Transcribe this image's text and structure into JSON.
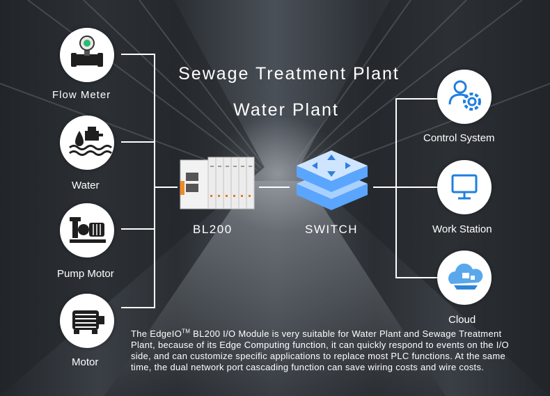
{
  "titles": {
    "line1": "Sewage Treatment Plant",
    "line2": "Water Plant"
  },
  "devices": [
    {
      "label": "Flow Meter",
      "icon": "flow-meter-icon"
    },
    {
      "label": "Water",
      "icon": "water-treatment-icon"
    },
    {
      "label": "Pump Motor",
      "icon": "pump-motor-icon"
    },
    {
      "label": "Motor",
      "icon": "motor-icon"
    }
  ],
  "center": {
    "module_label": "BL200",
    "switch_label": "SWITCH"
  },
  "systems": [
    {
      "label": "Control System",
      "icon": "control-system-icon"
    },
    {
      "label": "Work Station",
      "icon": "monitor-icon"
    },
    {
      "label": "Cloud",
      "icon": "cloud-icon"
    }
  ],
  "description": {
    "brand": "EdgeIO",
    "trademark": "TM",
    "text": " BL200 I/O Module is very suitable for Water Plant and Sewage Treatment Plant, because of its Edge Computing function, it can quickly respond to events on the I/O side, and can customize specific applications to replace most PLC functions. At the same time, the dual network port cascading function can save wiring costs and wire costs.",
    "prefix": "The "
  },
  "colors": {
    "icon_dark": "#1f1f1f",
    "icon_blue": "#1e7fe0",
    "switch_blue": "#8fc3ff",
    "line": "#ffffff"
  }
}
